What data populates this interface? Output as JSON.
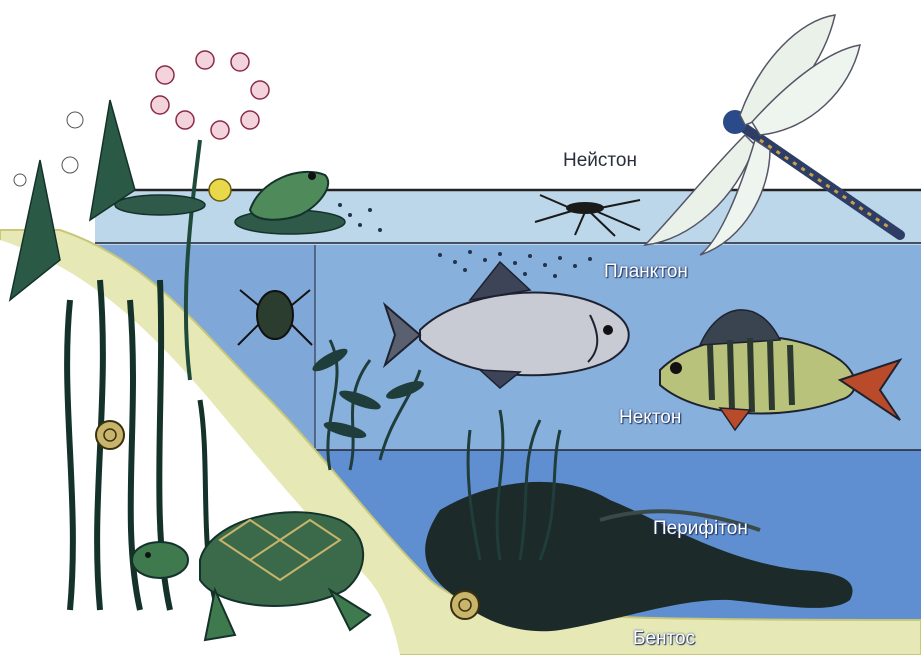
{
  "zones": {
    "neuston": "Нейстон",
    "plankton": "Планктон",
    "nekton": "Нектон",
    "periphyton": "Перифітон",
    "benthos": "Бентос"
  },
  "colors": {
    "surface_water": "#bcd6ea",
    "middle_water": "#7fa8d8",
    "deep_water": "#4f7fc7",
    "shore_sand": "#e6e9b6",
    "plant_green": "#1f4a3a",
    "driftwood": "#1c2a2a"
  },
  "icons": [
    "dragonfly-icon",
    "water-strider-icon",
    "frog-icon",
    "water-lily-icon",
    "flowering-rush-icon",
    "arrowhead-plant-icon",
    "bream-fish-icon",
    "perch-fish-icon",
    "water-beetle-icon",
    "snail-icon",
    "turtle-icon",
    "waterweed-icon",
    "driftwood-icon",
    "plankton-dots-icon"
  ]
}
